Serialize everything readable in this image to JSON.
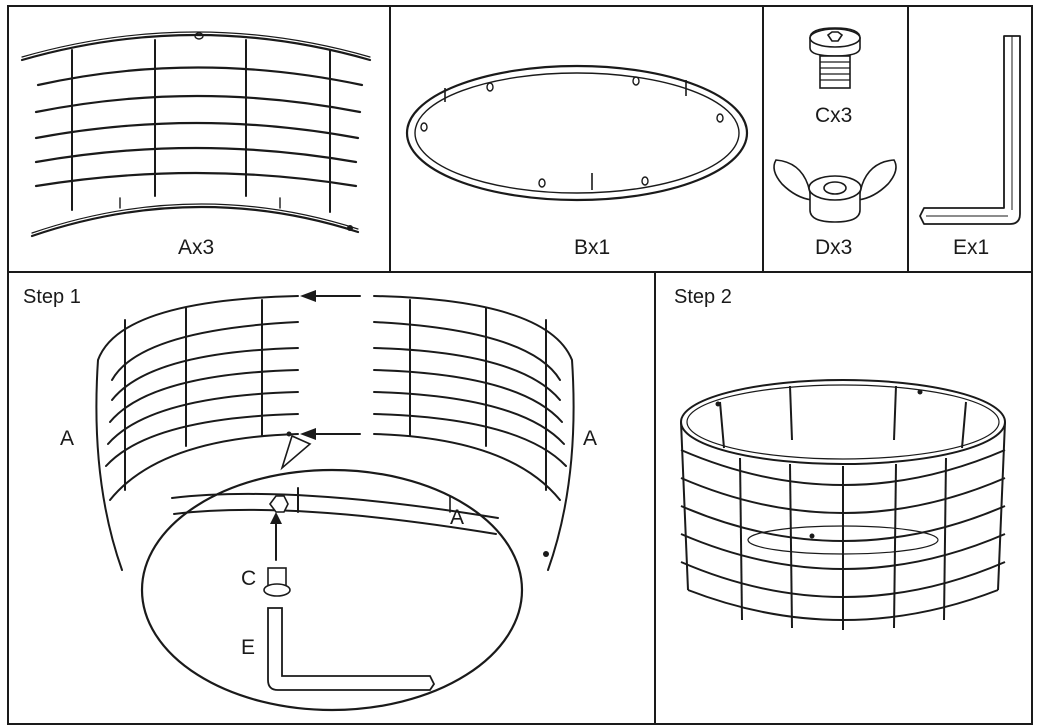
{
  "parts": {
    "a": {
      "label": "Ax3"
    },
    "b": {
      "label": "Bx1"
    },
    "c": {
      "label": "Cx3"
    },
    "d": {
      "label": "Dx3"
    },
    "e": {
      "label": "Ex1"
    }
  },
  "steps": {
    "step1": {
      "title": "Step 1",
      "left_callout": "A",
      "right_callout": "A",
      "detail_a": "A",
      "detail_c": "C",
      "detail_e": "E"
    },
    "step2": {
      "title": "Step 2"
    }
  }
}
